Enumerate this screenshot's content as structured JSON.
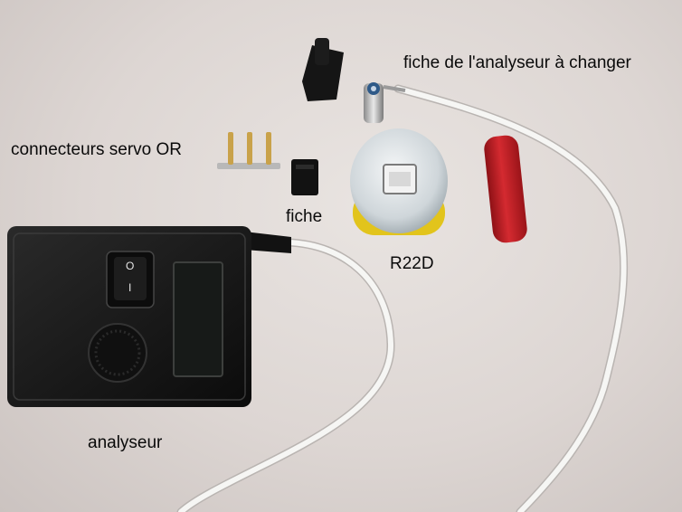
{
  "labels": {
    "fiche_analyseur": "fiche de l'analyseur à changer",
    "connecteurs": "connecteurs servo OR",
    "fiche": "fiche",
    "r22d": "R22D",
    "analyseur": "analyseur"
  },
  "switch": {
    "on_mark": "I",
    "off_mark": "O"
  },
  "colors": {
    "housing": "#161616",
    "cable": "#f4f4f2",
    "sleeve": "#c81e24",
    "sensor_band": "#e2c41c"
  }
}
